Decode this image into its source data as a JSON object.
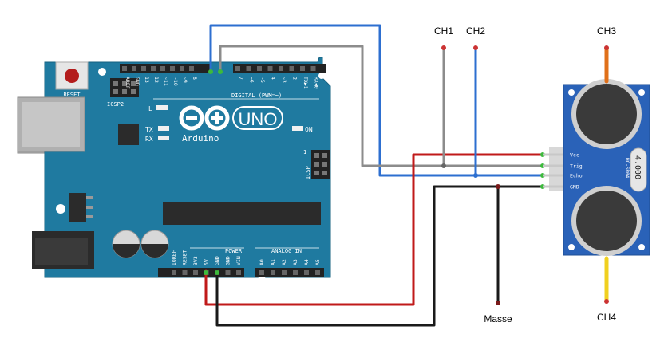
{
  "labels": {
    "ch1": "CH1",
    "ch2": "CH2",
    "ch3": "CH3",
    "ch4": "CH4",
    "masse": "Masse"
  },
  "arduino": {
    "reset": "RESET",
    "icsp2": "ICSP2",
    "icsp": "ICSP",
    "icsp_pin1": "1",
    "digital": "DIGITAL (PWM=~)",
    "power": "POWER",
    "analog_in": "ANALOG IN",
    "led_l": "L",
    "led_tx": "TX",
    "led_rx": "RX",
    "on": "ON",
    "uno": "UNO",
    "brand": "Arduino",
    "top_pins": [
      "AREF",
      "GND",
      "13",
      "12",
      "~11",
      "~10",
      "~9",
      "8",
      "7",
      "~6",
      "~5",
      "4",
      "~3",
      "2",
      "TX▶1",
      "RX◀0"
    ],
    "power_pins": [
      "IOREF",
      "RESET",
      "3V3",
      "5V",
      "GND",
      "GND",
      "VIN"
    ],
    "analog_pins": [
      "A0",
      "A1",
      "A2",
      "A3",
      "A4",
      "A5"
    ]
  },
  "sensor": {
    "model": "HC-SR04",
    "freq": "4.000",
    "pins": [
      "Vcc",
      "Trig",
      "Echo",
      "GND"
    ]
  },
  "colors": {
    "board": "#1f7aa0",
    "sensor": "#2a62b8",
    "wire_blue": "#2d6fd0",
    "wire_gray": "#8c8c8c",
    "wire_red": "#c01a1a",
    "wire_black": "#1a1a1a",
    "wire_orange": "#e0701a",
    "wire_yellow": "#f0d020"
  }
}
